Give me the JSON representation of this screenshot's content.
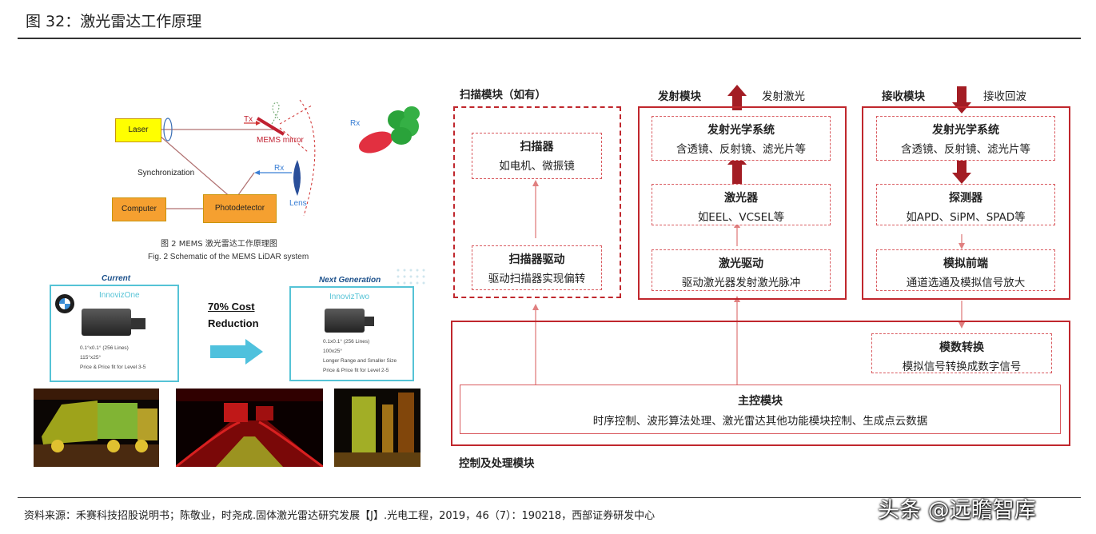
{
  "figure_title": "图 32：激光雷达工作原理",
  "source": "资料来源：禾赛科技招股说明书；陈敬业，时尧成.固体激光雷达研究发展【J】.光电工程，2019，46（7）：190218，西部证券研发中心",
  "watermark": "头条 @远瞻智库",
  "mems": {
    "laser": "Laser",
    "computer": "Computer",
    "photodetector": "Photodetector",
    "synchronization": "Synchronization",
    "tx": "Tx",
    "mems_mirror": "MEMS mirror",
    "rx": "Rx",
    "lens": "Lens",
    "rx_far": "Rx",
    "caption_cn": "图 2   MEMS 激光雷达工作原理图",
    "caption_en": "Fig. 2   Schematic of the MEMS LiDAR system"
  },
  "innoviz": {
    "current_label": "Current",
    "current_product": "InnovizOne",
    "current_specs": [
      "0.1°x0.1° (256 Lines)",
      "115°x25°",
      "Price & Price fit for Level 3-5"
    ],
    "cost_line1": "70% Cost",
    "cost_line2": "Reduction",
    "next_label": "Next Generation",
    "next_product": "InnovizTwo",
    "next_specs": [
      "0.1x0.1° (256 Lines)",
      "100x25°",
      "Longer Range and Smaller Size",
      "Price & Price fit for Level 2-5"
    ]
  },
  "scan_module": {
    "title": "扫描模块（如有）",
    "scanner_title": "扫描器",
    "scanner_desc": "如电机、微振镜",
    "driver_title": "扫描器驱动",
    "driver_desc": "驱动扫描器实现偏转"
  },
  "emit_module": {
    "title": "发射模块",
    "arrow_label": "发射激光",
    "optics_title": "发射光学系统",
    "optics_desc": "含透镜、反射镜、滤光片等",
    "laser_title": "激光器",
    "laser_desc": "如EEL、VCSEL等",
    "driver_title": "激光驱动",
    "driver_desc": "驱动激光器发射激光脉冲"
  },
  "receive_module": {
    "title": "接收模块",
    "arrow_label": "接收回波",
    "optics_title": "发射光学系统",
    "optics_desc": "含透镜、反射镜、滤光片等",
    "detector_title": "探测器",
    "detector_desc": "如APD、SiPM、SPAD等",
    "frontend_title": "模拟前端",
    "frontend_desc": "通道选通及模拟信号放大"
  },
  "control_module": {
    "title": "控制及处理模块",
    "adc_title": "模数转换",
    "adc_desc": "模拟信号转换成数字信号",
    "main_title": "主控模块",
    "main_desc": "时序控制、波形算法处理、激光雷达其他功能模块控制、生成点云数据"
  },
  "colors": {
    "frame_red": "#c0272d",
    "dark_red": "#a31d24",
    "teal": "#55c3d6",
    "laser_yellow": "#ffff00",
    "box_orange": "#f5a030"
  }
}
